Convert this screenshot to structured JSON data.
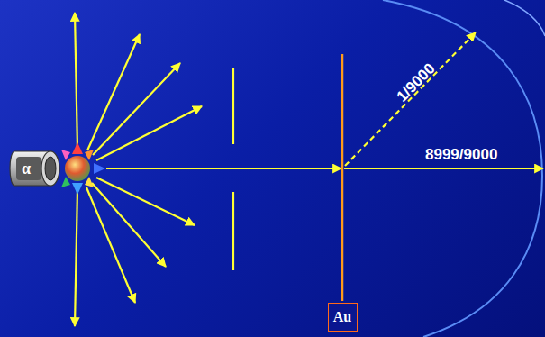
{
  "diagram": {
    "nodes": [
      {
        "text": [
          "α"
        ]
      },
      {
        "text": [
          "Au"
        ]
      }
    ],
    "labels": [
      "1/9000",
      "8999/9000"
    ]
  }
}
